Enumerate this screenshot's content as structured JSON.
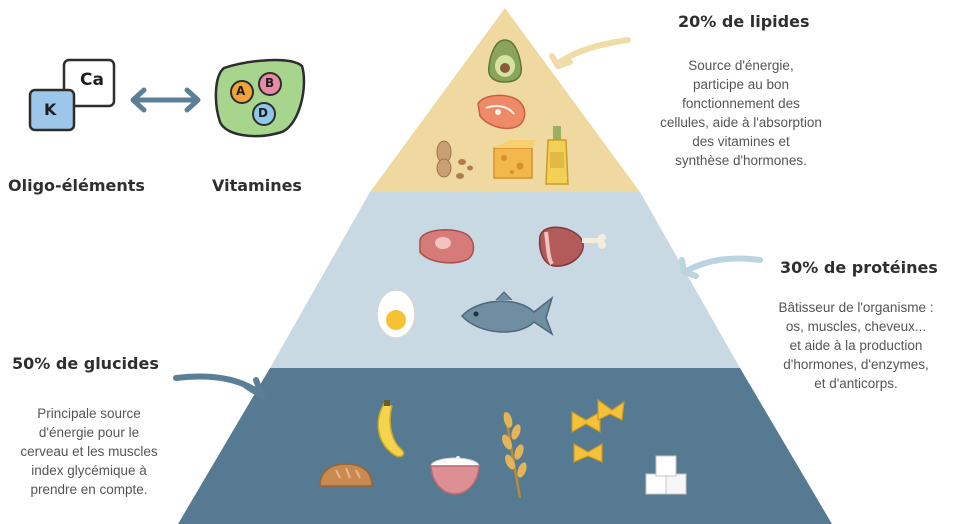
{
  "top_left": {
    "oligo_label": "Oligo-éléments",
    "vitamins_label": "Vitamines",
    "oligo_symbols": [
      "K",
      "Ca"
    ],
    "vitamin_letters": [
      "A",
      "B",
      "D"
    ]
  },
  "lipides": {
    "title": "20% de lipides",
    "lines": [
      "Source d'énergie,",
      "participe au bon",
      "fonctionnement des",
      "cellules, aide à l'absorption",
      "des vitamines et",
      "synthèse d'hormones."
    ],
    "color": "#efd9a0",
    "foods": [
      "avocado-icon",
      "salmon-icon",
      "peanuts-icon",
      "cheese-icon",
      "oil-bottle-icon"
    ]
  },
  "proteines": {
    "title": "30% de protéines",
    "lines": [
      "Bâtisseur de l'organisme :",
      "os, muscles, cheveux...",
      "et aide à la production",
      "d'hormones, d'enzymes,",
      "et d'anticorps."
    ],
    "color": "#c8d9e3",
    "foods": [
      "steak-icon",
      "ham-icon",
      "egg-icon",
      "fish-icon"
    ]
  },
  "glucides": {
    "title": "50% de glucides",
    "lines": [
      "Principale source",
      "d'énergie pour le",
      "cerveau et les muscles",
      "index glycémique à",
      "prendre en compte."
    ],
    "color": "#567a91",
    "foods": [
      "banana-icon",
      "bread-icon",
      "rice-bowl-icon",
      "wheat-icon",
      "pasta-icon",
      "sugar-cubes-icon"
    ]
  },
  "colors": {
    "arrow": "#5a7f96",
    "arrow_light": "#f0dca6",
    "arrow_blue_light": "#bcd3e0"
  }
}
